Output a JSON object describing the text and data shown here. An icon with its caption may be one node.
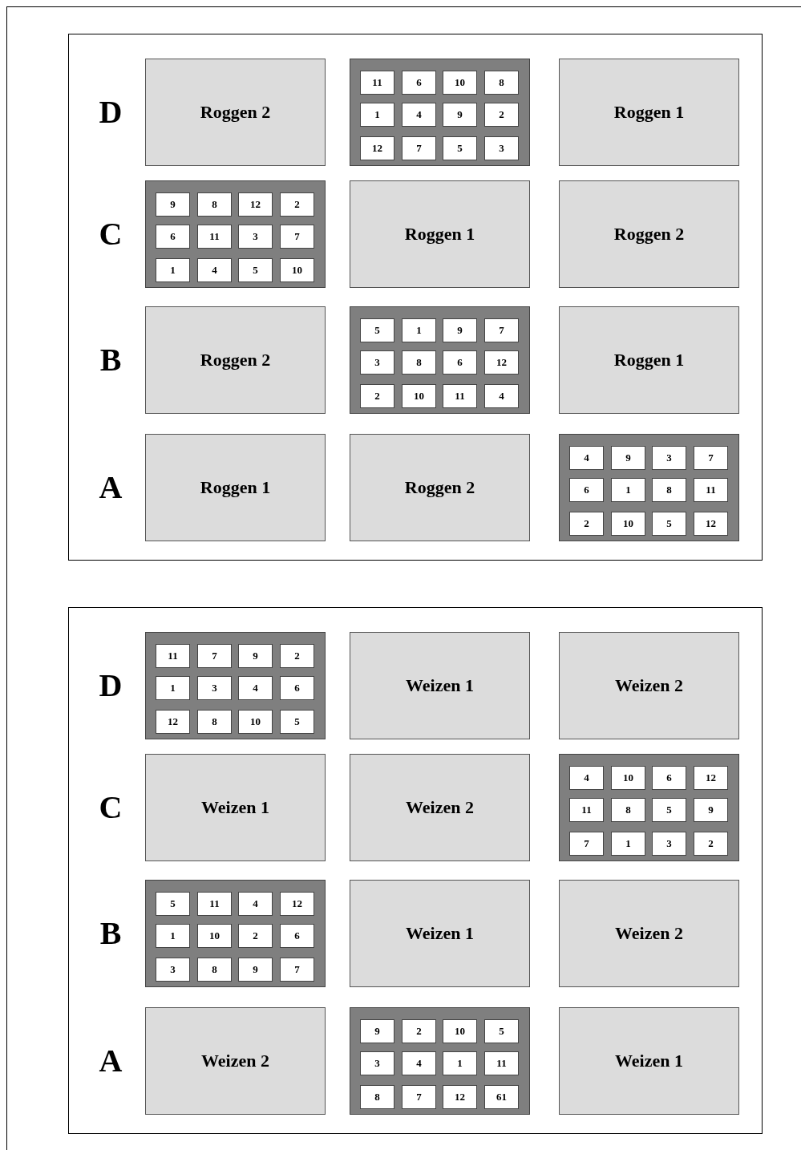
{
  "diagram": {
    "nodes": [
      {
        "text": [],
        "shape": "box"
      },
      {
        "text": [
          "Roggen 2"
        ],
        "in": 0
      },
      {
        "text": [],
        "shape": "box",
        "in": 0
      },
      {
        "text": [
          "11"
        ],
        "in": 2
      },
      {
        "text": [
          "6"
        ],
        "in": 2
      },
      {
        "text": [
          "10"
        ],
        "in": 2
      },
      {
        "text": [
          "8"
        ],
        "in": 2
      },
      {
        "text": [
          "1"
        ],
        "in": 2
      },
      {
        "text": [
          "4"
        ],
        "in": 2
      },
      {
        "text": [
          "9"
        ],
        "in": 2
      },
      {
        "text": [
          "2"
        ],
        "in": 2
      },
      {
        "text": [
          "12"
        ],
        "in": 2
      },
      {
        "text": [
          "7"
        ],
        "in": 2
      },
      {
        "text": [
          "5"
        ],
        "in": 2
      },
      {
        "text": [
          "3"
        ],
        "in": 2
      },
      {
        "text": [
          "Roggen 1"
        ],
        "in": 0
      },
      {
        "text": [],
        "shape": "box",
        "in": 0
      },
      {
        "text": [
          "9"
        ],
        "in": 16
      },
      {
        "text": [
          "8"
        ],
        "in": 16
      },
      {
        "text": [
          "12"
        ],
        "in": 16
      },
      {
        "text": [
          "2"
        ],
        "in": 16
      },
      {
        "text": [
          "6"
        ],
        "in": 16
      },
      {
        "text": [
          "11"
        ],
        "in": 16
      },
      {
        "text": [
          "3"
        ],
        "in": 16
      },
      {
        "text": [
          "7"
        ],
        "in": 16
      },
      {
        "text": [
          "1"
        ],
        "in": 16
      },
      {
        "text": [
          "4"
        ],
        "in": 16
      },
      {
        "text": [
          "5"
        ],
        "in": 16
      },
      {
        "text": [
          "10"
        ],
        "in": 16
      },
      {
        "text": [
          "Roggen 1"
        ],
        "in": 0
      },
      {
        "text": [
          "Roggen 2"
        ],
        "in": 0
      },
      {
        "text": [
          "Roggen 2"
        ],
        "in": 0
      },
      {
        "text": [],
        "shape": "box",
        "in": 0
      },
      {
        "text": [
          "5"
        ],
        "in": 32
      },
      {
        "text": [
          "1"
        ],
        "in": 32
      },
      {
        "text": [
          "9"
        ],
        "in": 32
      },
      {
        "text": [
          "7"
        ],
        "in": 32
      },
      {
        "text": [
          "3"
        ],
        "in": 32
      },
      {
        "text": [
          "8"
        ],
        "in": 32
      },
      {
        "text": [
          "6"
        ],
        "in": 32
      },
      {
        "text": [
          "12"
        ],
        "in": 32
      },
      {
        "text": [
          "2"
        ],
        "in": 32
      },
      {
        "text": [
          "10"
        ],
        "in": 32
      },
      {
        "text": [
          "11"
        ],
        "in": 32
      },
      {
        "text": [
          "4"
        ],
        "in": 32
      },
      {
        "text": [
          "Roggen 1"
        ],
        "in": 0
      },
      {
        "text": [
          "Roggen 1"
        ],
        "in": 0
      },
      {
        "text": [
          "Roggen 2"
        ],
        "in": 0
      },
      {
        "text": [],
        "shape": "box",
        "in": 0
      },
      {
        "text": [
          "4"
        ],
        "in": 48
      },
      {
        "text": [
          "9"
        ],
        "in": 48
      },
      {
        "text": [
          "3"
        ],
        "in": 48
      },
      {
        "text": [
          "7"
        ],
        "in": 48
      },
      {
        "text": [
          "6"
        ],
        "in": 48
      },
      {
        "text": [
          "1"
        ],
        "in": 48
      },
      {
        "text": [
          "8"
        ],
        "in": 48
      },
      {
        "text": [
          "11"
        ],
        "in": 48
      },
      {
        "text": [
          "2"
        ],
        "in": 48
      },
      {
        "text": [
          "10"
        ],
        "in": 48
      },
      {
        "text": [
          "5"
        ],
        "in": 48
      },
      {
        "text": [
          "12"
        ],
        "in": 48
      },
      {
        "text": [],
        "shape": "box"
      },
      {
        "text": [],
        "shape": "box",
        "in": 61
      },
      {
        "text": [
          "11"
        ],
        "in": 62
      },
      {
        "text": [
          "7"
        ],
        "in": 62
      },
      {
        "text": [
          "9"
        ],
        "in": 62
      },
      {
        "text": [
          "2"
        ],
        "in": 62
      },
      {
        "text": [
          "1"
        ],
        "in": 62
      },
      {
        "text": [
          "3"
        ],
        "in": 62
      },
      {
        "text": [
          "4"
        ],
        "in": 62
      },
      {
        "text": [
          "6"
        ],
        "in": 62
      },
      {
        "text": [
          "12"
        ],
        "in": 62
      },
      {
        "text": [
          "8"
        ],
        "in": 62
      },
      {
        "text": [
          "10"
        ],
        "in": 62
      },
      {
        "text": [
          "5"
        ],
        "in": 62
      },
      {
        "text": [
          "Weizen 1"
        ],
        "in": 61
      },
      {
        "text": [
          "Weizen 2"
        ],
        "in": 61
      },
      {
        "text": [
          "Weizen 1"
        ],
        "in": 61
      },
      {
        "text": [
          "Weizen 2"
        ],
        "in": 61
      },
      {
        "text": [],
        "shape": "box",
        "in": 61
      },
      {
        "text": [
          "4"
        ],
        "in": 79
      },
      {
        "text": [
          "10"
        ],
        "in": 79
      },
      {
        "text": [
          "6"
        ],
        "in": 79
      },
      {
        "text": [
          "12"
        ],
        "in": 79
      },
      {
        "text": [
          "11"
        ],
        "in": 79
      },
      {
        "text": [
          "8"
        ],
        "in": 79
      },
      {
        "text": [
          "5"
        ],
        "in": 79
      },
      {
        "text": [
          "9"
        ],
        "in": 79
      },
      {
        "text": [
          "7"
        ],
        "in": 79
      },
      {
        "text": [
          "1"
        ],
        "in": 79
      },
      {
        "text": [
          "3"
        ],
        "in": 79
      },
      {
        "text": [
          "2"
        ],
        "in": 79
      },
      {
        "text": [],
        "shape": "box",
        "in": 61
      },
      {
        "text": [
          "5"
        ],
        "in": 92
      },
      {
        "text": [
          "11"
        ],
        "in": 92
      },
      {
        "text": [
          "4"
        ],
        "in": 92
      },
      {
        "text": [
          "12"
        ],
        "in": 92
      },
      {
        "text": [
          "1"
        ],
        "in": 92
      },
      {
        "text": [
          "10"
        ],
        "in": 92
      },
      {
        "text": [
          "2"
        ],
        "in": 92
      },
      {
        "text": [
          "6"
        ],
        "in": 92
      },
      {
        "text": [
          "3"
        ],
        "in": 92
      },
      {
        "text": [
          "8"
        ],
        "in": 92
      },
      {
        "text": [
          "9"
        ],
        "in": 92
      },
      {
        "text": [
          "7"
        ],
        "in": 92
      },
      {
        "text": [
          "Weizen 1"
        ],
        "in": 61
      },
      {
        "text": [
          "Weizen 2"
        ],
        "in": 61
      },
      {
        "text": [
          "Weizen 2"
        ],
        "in": 61
      },
      {
        "text": [],
        "shape": "box",
        "in": 61
      },
      {
        "text": [
          "9"
        ],
        "in": 108
      },
      {
        "text": [
          "2"
        ],
        "in": 108
      },
      {
        "text": [
          "10"
        ],
        "in": 108
      },
      {
        "text": [
          "5"
        ],
        "in": 108
      },
      {
        "text": [
          "3"
        ],
        "in": 108
      },
      {
        "text": [
          "4"
        ],
        "in": 108
      },
      {
        "text": [
          "1"
        ],
        "in": 108
      },
      {
        "text": [
          "11"
        ],
        "in": 108
      },
      {
        "text": [
          "8"
        ],
        "in": 108
      },
      {
        "text": [
          "7"
        ],
        "in": 108
      },
      {
        "text": [
          "12"
        ],
        "in": 108
      },
      {
        "text": [
          "61"
        ],
        "in": 108
      },
      {
        "text": [
          "Weizen 1"
        ],
        "in": 61
      }
    ],
    "labels": [
      "D",
      "C",
      "B",
      "A",
      "D",
      "C",
      "B",
      "A"
    ]
  }
}
